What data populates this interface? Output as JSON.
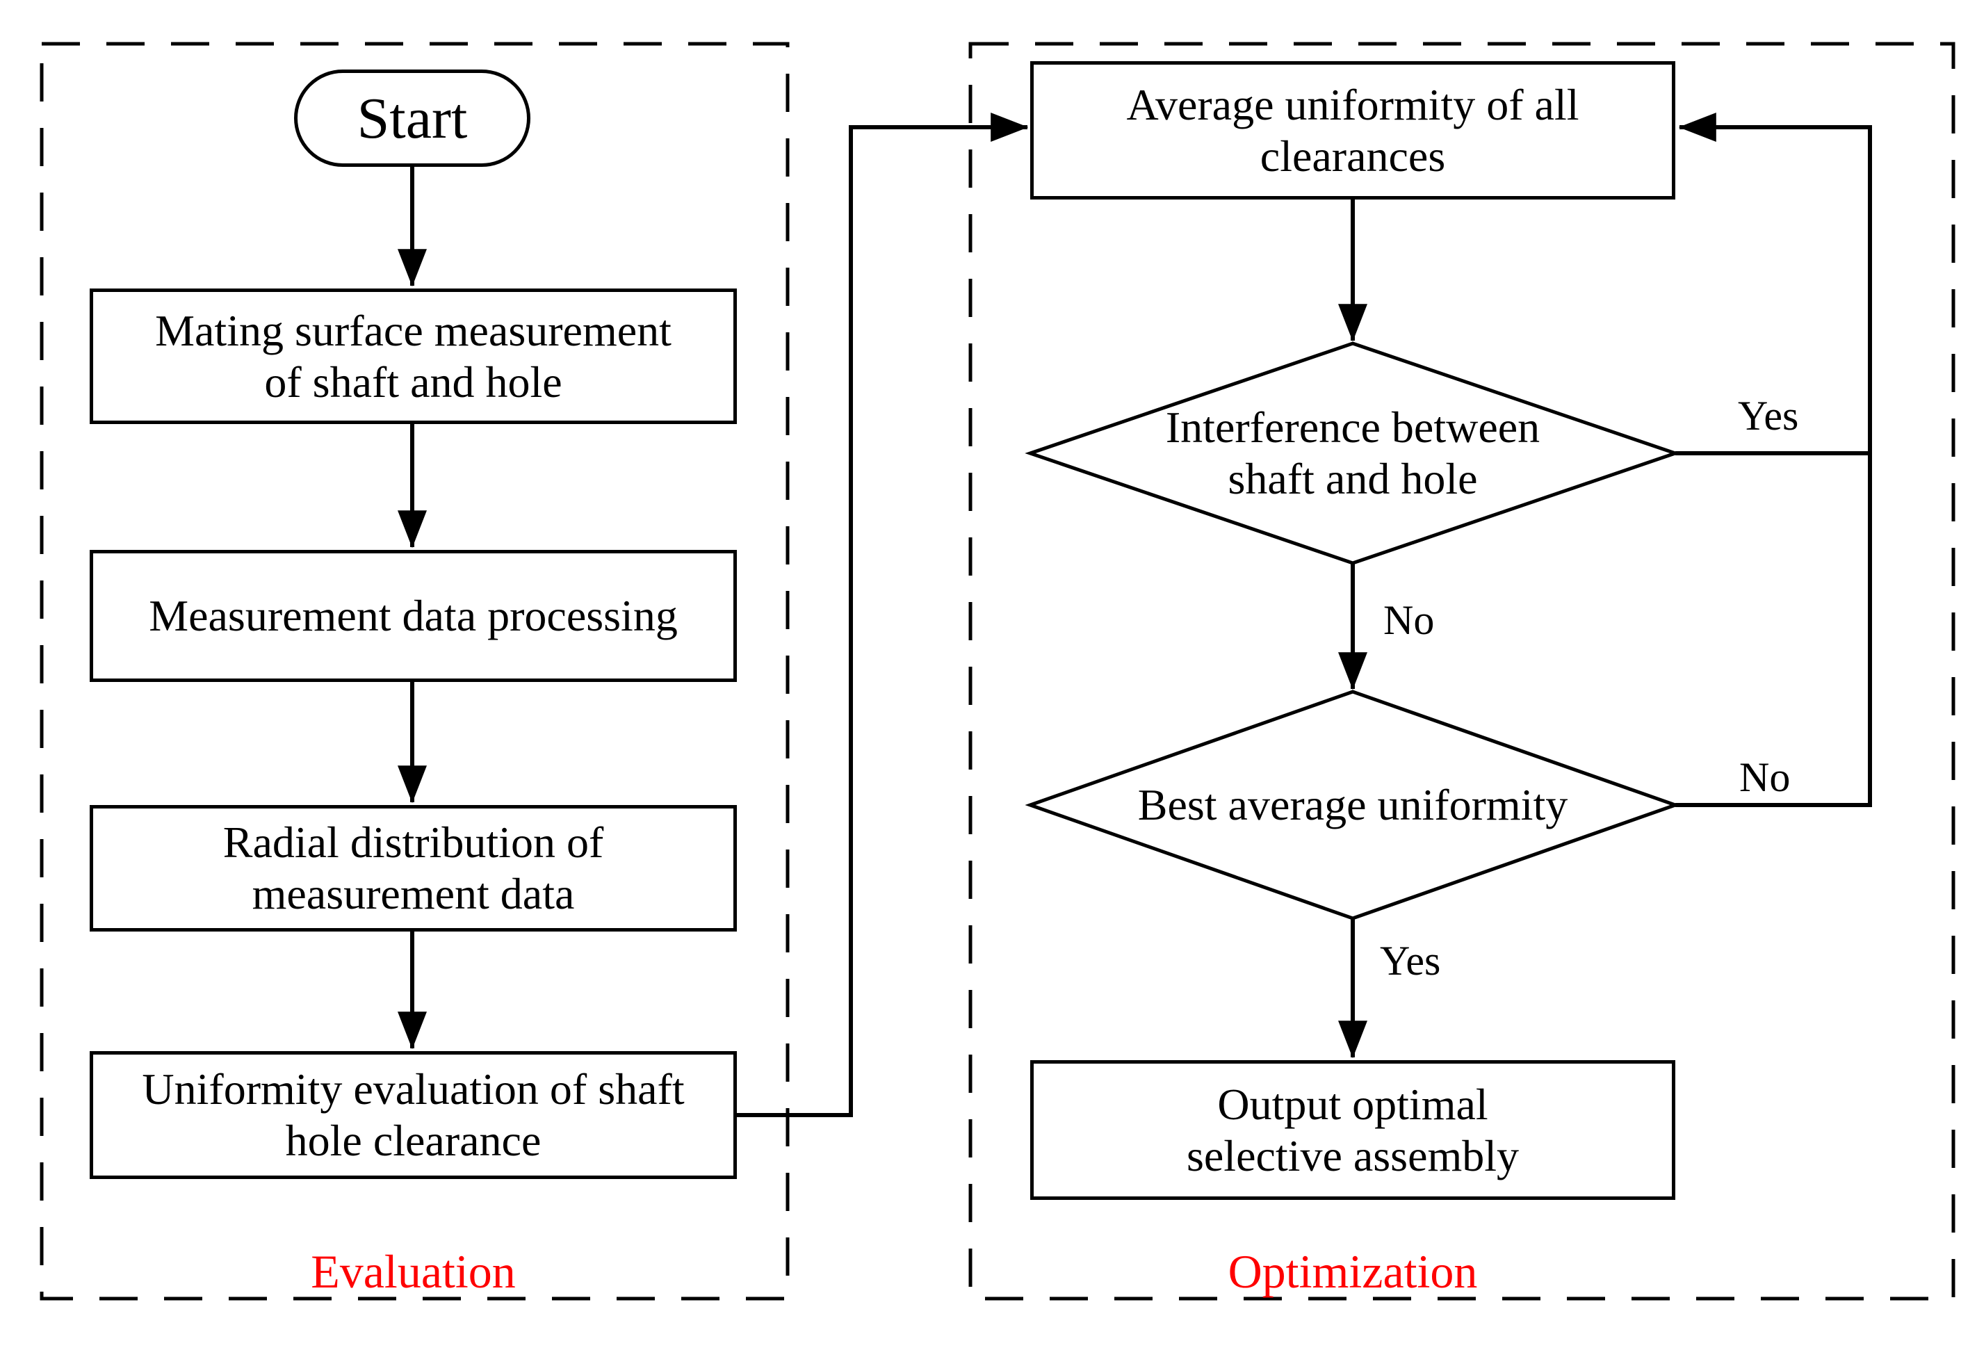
{
  "sections": {
    "evaluation": {
      "label": "Evaluation"
    },
    "optimization": {
      "label": "Optimization"
    }
  },
  "nodes": {
    "start": {
      "label": "Start",
      "type": "terminator"
    },
    "mating": {
      "label": "Mating surface measurement\nof shaft and hole",
      "type": "process"
    },
    "processing": {
      "label": "Measurement data processing",
      "type": "process"
    },
    "radial": {
      "label": "Radial distribution of\nmeasurement data",
      "type": "process"
    },
    "uniformity": {
      "label": "Uniformity evaluation of shaft\nhole clearance",
      "type": "process"
    },
    "average": {
      "label": "Average uniformity of all\nclearances",
      "type": "process"
    },
    "interference": {
      "label": "Interference between\nshaft and hole",
      "type": "decision"
    },
    "best": {
      "label": "Best average uniformity",
      "type": "decision"
    },
    "output": {
      "label": "Output optimal\nselective assembly",
      "type": "process"
    }
  },
  "edge_labels": {
    "interference_yes": "Yes",
    "interference_no": "No",
    "best_no": "No",
    "best_yes": "Yes"
  },
  "colors": {
    "line": "#000000",
    "section_label": "#fe0000",
    "background": "#ffffff"
  }
}
